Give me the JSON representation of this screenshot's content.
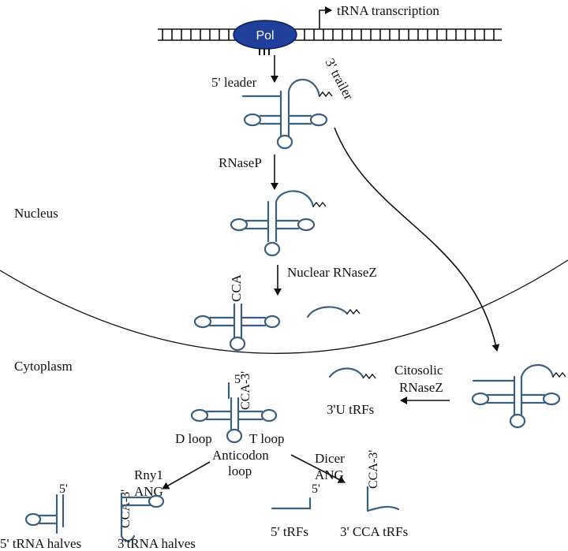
{
  "labels": {
    "pol": "Pol",
    "transcription": "tRNA transcription",
    "leader": "5' leader",
    "trailer": "3' trailer",
    "rnasep": "RNaseP",
    "nucleus": "Nucleus",
    "cca_top": "CCA",
    "nuclear_rnasez": "Nuclear RNaseZ",
    "cytoplasm": "Cytoplasm",
    "citosolic_line1": "Citosolic",
    "citosolic_line2": "RNaseZ",
    "u_trfs": "3'U tRFs",
    "five_prime_top": "5'",
    "cca3_mature": "CCA-3'",
    "d_loop": "D loop",
    "t_loop": "T loop",
    "anticodon_line1": "Anticodon",
    "anticodon_line2": "loop",
    "rny1": "Rny1",
    "ang_left": "ANG",
    "dicer": "Dicer",
    "ang_right": "ANG",
    "cca3_halves": "CCA-3'",
    "cca3_trfs": "CCA-3'",
    "five_prime_halves": "5'",
    "five_prime_trfs": "5'",
    "five_trna_halves": "5' tRNA halves",
    "three_trna_halves": "3'tRNA halves",
    "five_trfs": "5' tRFs",
    "three_cca_trfs": "3' CCA tRFs"
  },
  "colors": {
    "rna": "#3d5f7e",
    "pol_fill": "#1f3f9a",
    "ink": "#111111"
  }
}
